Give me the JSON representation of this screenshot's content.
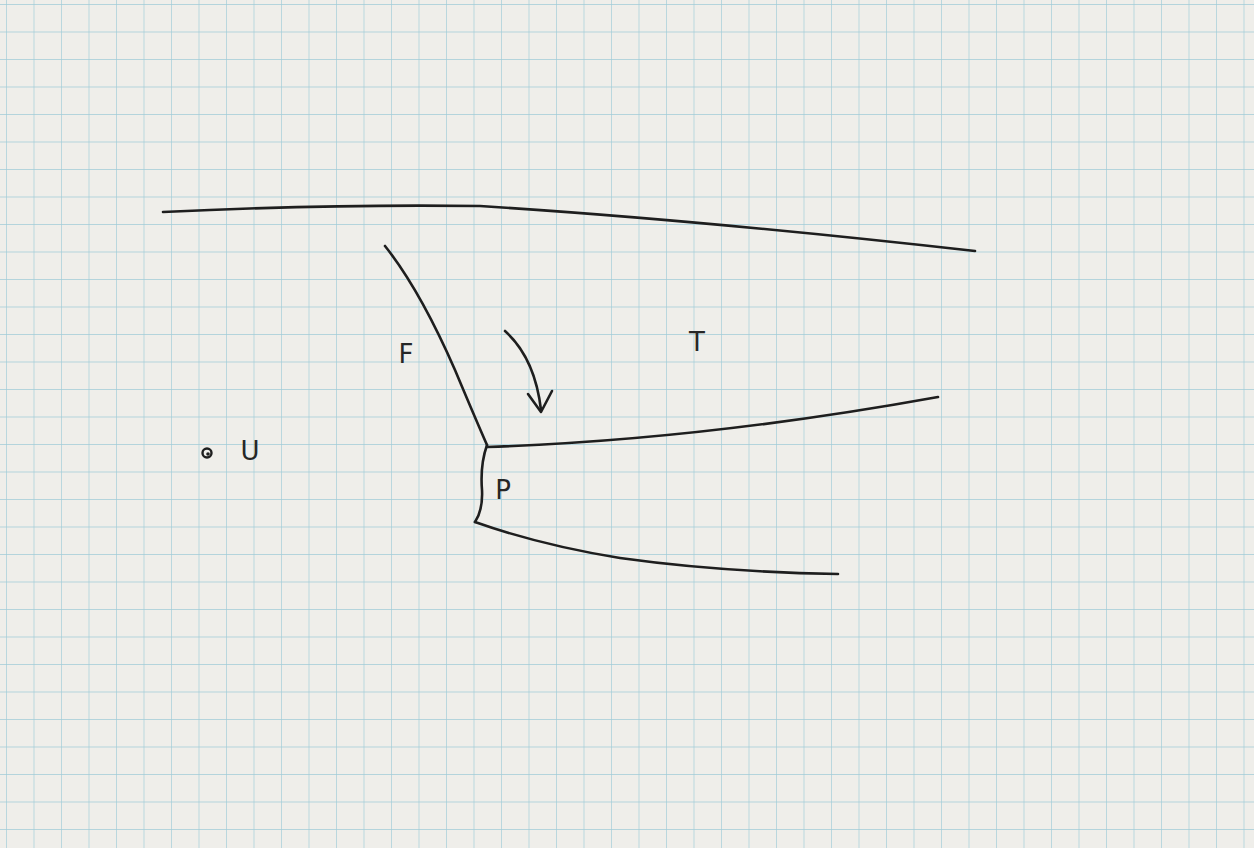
{
  "diagram": {
    "labels": [
      "F",
      "T",
      "P",
      "U"
    ]
  }
}
